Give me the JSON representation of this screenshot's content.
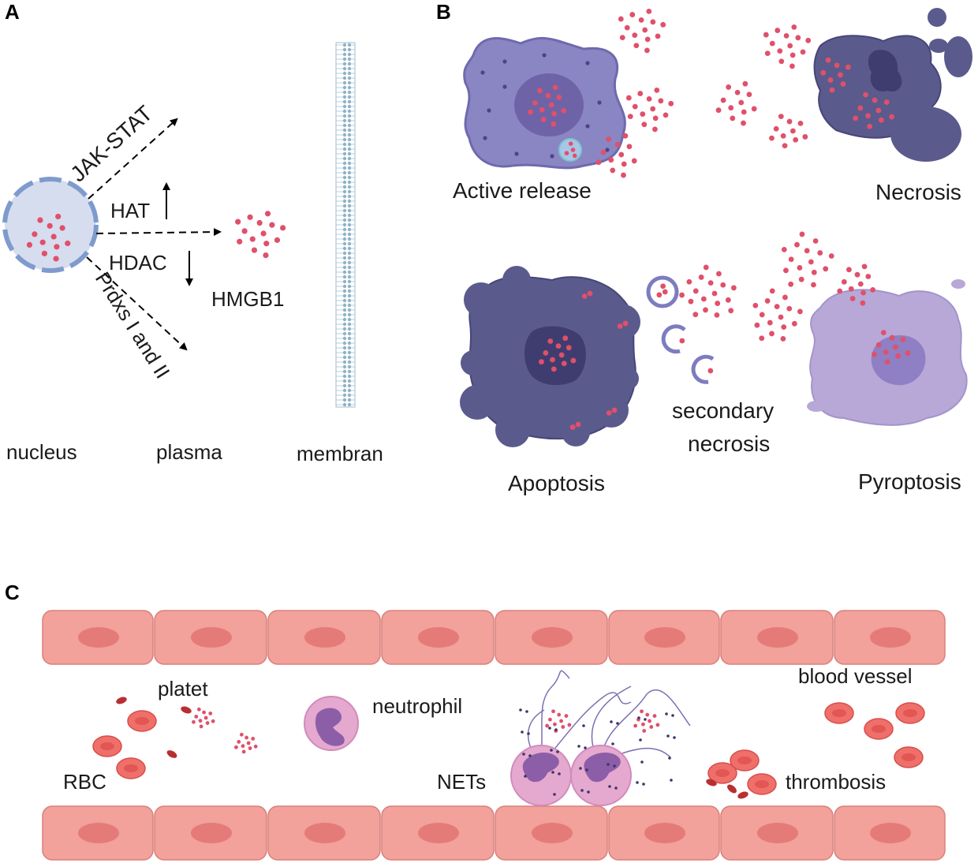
{
  "panels": {
    "a": "A",
    "b": "B",
    "c": "C"
  },
  "panel_a": {
    "jak_stat": "JAK-STAT",
    "hat": "HAT",
    "hdac": "HDAC",
    "prdxs": "Prdxs I and II",
    "hmgb1": "HMGB1",
    "nucleus": "nucleus",
    "plasma": "plasma",
    "membran": "membran"
  },
  "panel_b": {
    "active_release": "Active release",
    "necrosis": "Necrosis",
    "apoptosis": "Apoptosis",
    "secondary_necrosis_1": "secondary",
    "secondary_necrosis_2": "necrosis",
    "pyroptosis": "Pyroptosis"
  },
  "panel_c": {
    "platet": "platet",
    "rbc": "RBC",
    "neutrophil": "neutrophil",
    "nets": "NETs",
    "blood_vessel": "blood vessel",
    "thrombosis": "thrombosis"
  },
  "colors": {
    "hmgb1": "#e0506a",
    "nucleus_fill": "#d6ddef",
    "nucleus_edge": "#7f9bcd",
    "active_cell": "#8a86c4",
    "dark_cell": "#5b5a8c",
    "pyro_cell": "#b7a8d8",
    "endothelium": "#f2a19b",
    "endo_nucleus": "#e57b78",
    "rbc": "#ef6f6b",
    "neutrophil": "#e5a8cf"
  }
}
